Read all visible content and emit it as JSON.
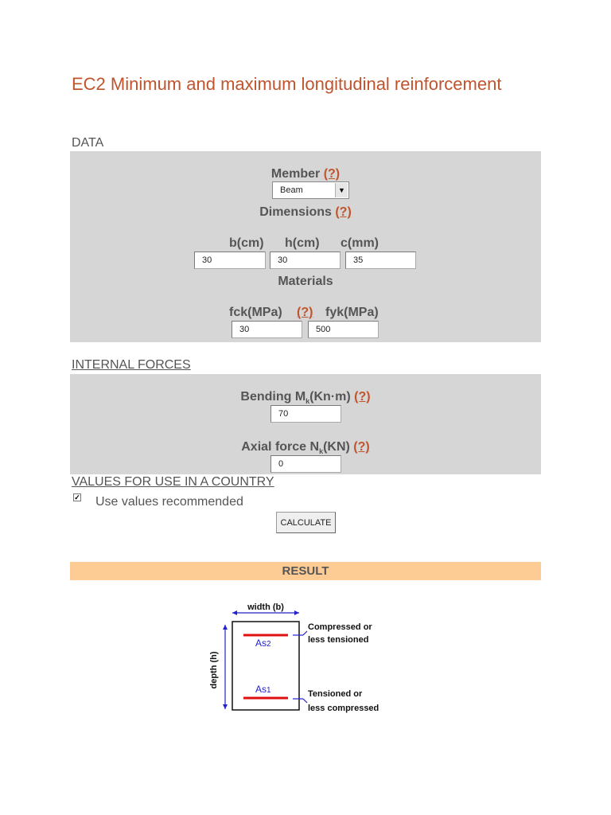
{
  "page": {
    "title": "EC2 Minimum and maximum longitudinal reinforcement"
  },
  "data_section": {
    "label": "DATA",
    "member_label": "Member",
    "help": "(?)",
    "member_value": "Beam",
    "dimensions_label": "Dimensions",
    "b_label": "b(cm)",
    "h_label": "h(cm)",
    "c_label": "c(mm)",
    "b_value": "30",
    "h_value": "30",
    "c_value": "35",
    "materials_label": "Materials",
    "fck_label": "fck(MPa)",
    "fyk_label": "fyk(MPa)",
    "fck_value": "30",
    "fyk_value": "500"
  },
  "internal_forces": {
    "label": "INTERNAL FORCES",
    "bending_label_pre": "Bending M",
    "bending_sub": "k",
    "bending_label_post": "(Kn·m)",
    "bending_value": "70",
    "axial_label_pre": "Axial force N",
    "axial_sub": "k",
    "axial_label_post": "(KN)",
    "axial_value": "0",
    "help": "(?)"
  },
  "country_values": {
    "label": "VALUES FOR USE IN A COUNTRY",
    "checkbox_label": "Use values recommended",
    "checked": true
  },
  "calculate_button": "CALCULATE",
  "result": {
    "label": "RESULT"
  },
  "diagram": {
    "width_label": "width (b)",
    "depth_label": "depth (h)",
    "as2_main": "As",
    "as2_sub": "2",
    "as1_main": "As",
    "as1_sub": "1",
    "top_note_1": "Compressed or",
    "top_note_2": "less tensioned",
    "bottom_note_1": "Tensioned or",
    "bottom_note_2": "less compressed"
  }
}
